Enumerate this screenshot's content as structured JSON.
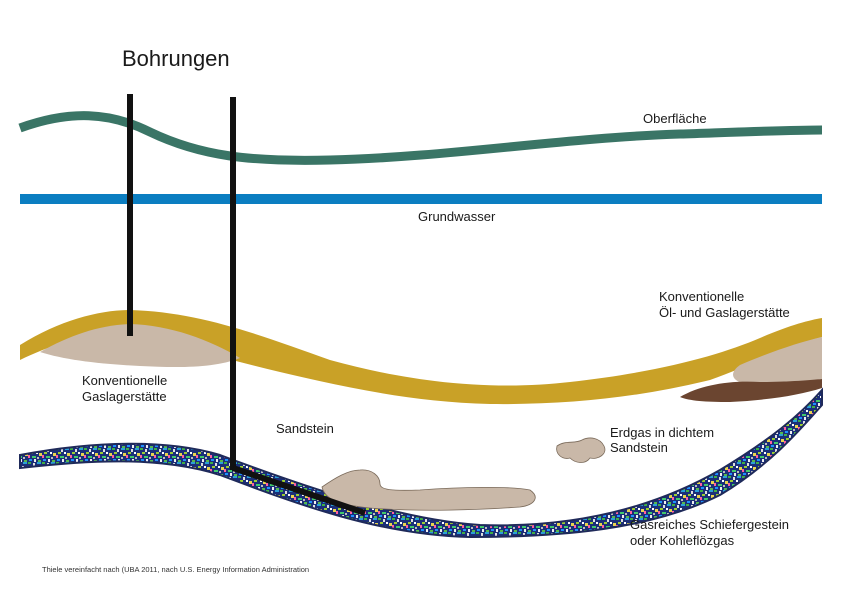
{
  "title": "Bohrungen",
  "labels": {
    "surface": "Oberfläche",
    "groundwater": "Grundwasser",
    "conventional_oil_gas_1": "Konventionelle",
    "conventional_oil_gas_2": "Öl- und Gaslagerstätte",
    "conventional_gas_1": "Konventionelle",
    "conventional_gas_2": "Gaslagerstätte",
    "sandstone": "Sandstein",
    "tight_gas_1": "Erdgas in dichtem",
    "tight_gas_2": "Sandstein",
    "shale_1": "Gasreiches Schiefergestein",
    "shale_2": "oder Kohleflözgas"
  },
  "credit": "Thiele vereinfacht nach (UBA 2011, nach U.S. Energy Information Administration",
  "colors": {
    "surface": "#3a7566",
    "groundwater": "#0b7ec1",
    "reservoir_layer": "#c9a127",
    "gas_pocket": "#c9b8a8",
    "oil": "#6b4530",
    "shale_outline": "#1f2a5a",
    "borehole": "#111111"
  }
}
